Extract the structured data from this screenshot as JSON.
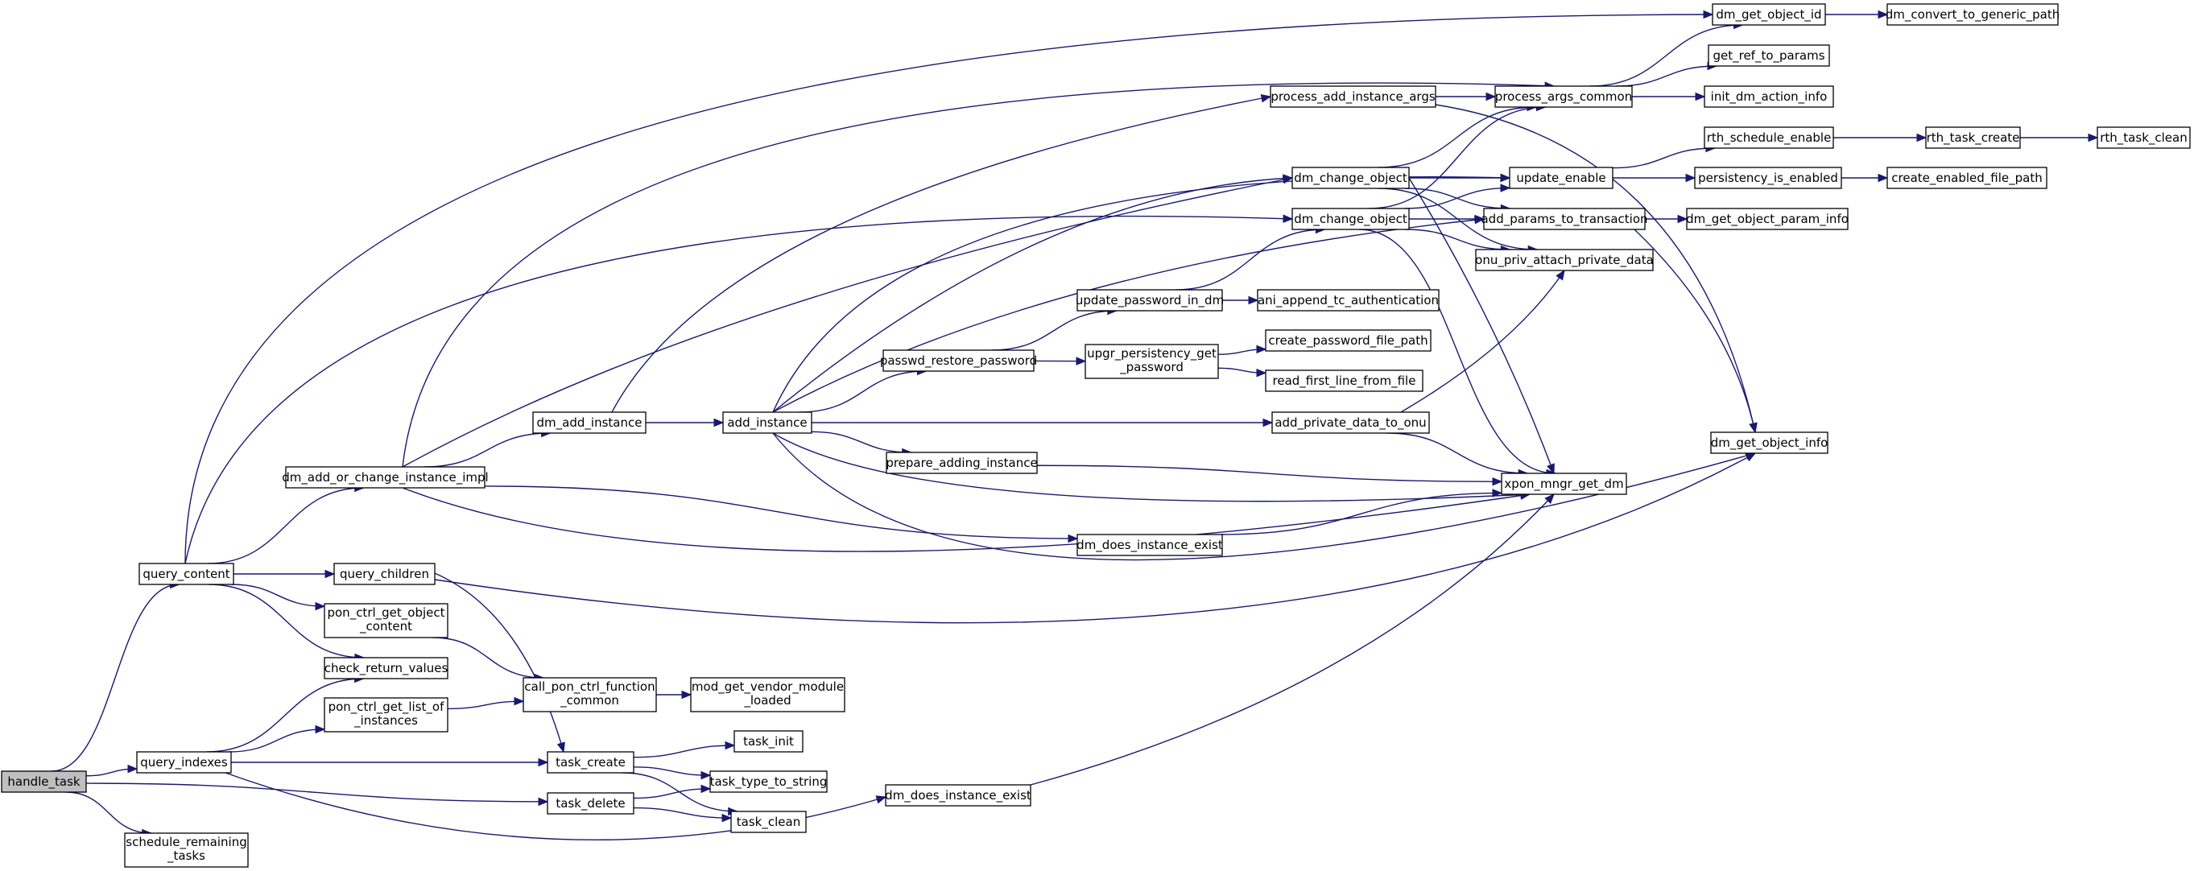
{
  "nodes": {
    "handle_task": [
      "handle_task"
    ],
    "query_content": [
      "query_content"
    ],
    "query_indexes": [
      "query_indexes"
    ],
    "schedule_remaining_tasks": [
      "schedule_remaining",
      "_tasks"
    ],
    "dm_add_or_change_instance_impl": [
      "dm_add_or_change_instance_impl"
    ],
    "query_children": [
      "query_children"
    ],
    "pon_ctrl_get_object_content": [
      "pon_ctrl_get_object",
      "_content"
    ],
    "check_return_values": [
      "check_return_values"
    ],
    "pon_ctrl_get_list_of_instances": [
      "pon_ctrl_get_list_of",
      "_instances"
    ],
    "call_pon_ctrl_function_common": [
      "call_pon_ctrl_function",
      "_common"
    ],
    "mod_get_vendor_module_loaded": [
      "mod_get_vendor_module",
      "_loaded"
    ],
    "task_create": [
      "task_create"
    ],
    "task_delete": [
      "task_delete"
    ],
    "task_init": [
      "task_init"
    ],
    "task_type_to_string": [
      "task_type_to_string"
    ],
    "task_clean": [
      "task_clean"
    ],
    "dm_add_instance": [
      "dm_add_instance"
    ],
    "add_instance": [
      "add_instance"
    ],
    "passwd_restore_password": [
      "passwd_restore_password"
    ],
    "prepare_adding_instance": [
      "prepare_adding_instance"
    ],
    "update_password_in_dm": [
      "update_password_in_dm"
    ],
    "upgr_persistency_get_password": [
      "upgr_persistency_get",
      "_password"
    ],
    "dm_does_instance_exist_1": [
      "dm_does_instance_exist"
    ],
    "dm_does_instance_exist_2": [
      "dm_does_instance_exist"
    ],
    "process_add_instance_args": [
      "process_add_instance_args"
    ],
    "dm_change_object_1": [
      "dm_change_object"
    ],
    "dm_change_object_2": [
      "dm_change_object"
    ],
    "add_private_data_to_onu": [
      "add_private_data_to_onu"
    ],
    "ani_append_tc_authentication": [
      "ani_append_tc_authentication"
    ],
    "create_password_file_path": [
      "create_password_file_path"
    ],
    "read_first_line_from_file": [
      "read_first_line_from_file"
    ],
    "process_args_common": [
      "process_args_common"
    ],
    "update_enable": [
      "update_enable"
    ],
    "add_params_to_transaction": [
      "add_params_to_transaction"
    ],
    "onu_priv_attach_private_data": [
      "onu_priv_attach_private_data"
    ],
    "xpon_mngr_get_dm": [
      "xpon_mngr_get_dm"
    ],
    "dm_get_object_id": [
      "dm_get_object_id"
    ],
    "get_ref_to_params": [
      "get_ref_to_params"
    ],
    "init_dm_action_info": [
      "init_dm_action_info"
    ],
    "rth_schedule_enable": [
      "rth_schedule_enable"
    ],
    "persistency_is_enabled": [
      "persistency_is_enabled"
    ],
    "dm_get_object_param_info": [
      "dm_get_object_param_info"
    ],
    "dm_get_object_info": [
      "dm_get_object_info"
    ],
    "dm_convert_to_generic_path": [
      "dm_convert_to_generic_path"
    ],
    "rth_task_create": [
      "rth_task_create"
    ],
    "rth_task_clean": [
      "rth_task_clean"
    ],
    "create_enabled_file_path": [
      "create_enabled_file_path"
    ]
  }
}
